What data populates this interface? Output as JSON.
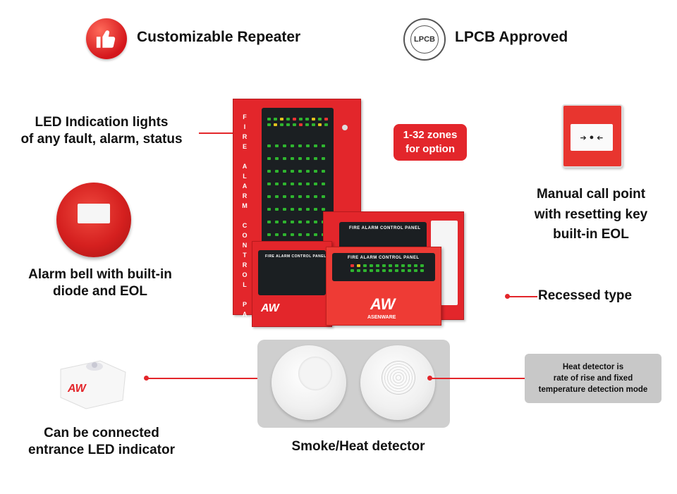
{
  "header": {
    "repeater_title": "Customizable Repeater",
    "lpcb_title": "LPCB Approved",
    "lpcb_badge_text": "LPCB"
  },
  "features": {
    "led_line1": "LED Indication lights",
    "led_line2": "of any fault, alarm, status",
    "bell_line1": "Alarm bell with built-in",
    "bell_line2": "diode and EOL",
    "entrance_line1": "Can be connected",
    "entrance_line2": "entrance LED indicator",
    "callpoint_line1": "Manual call point",
    "callpoint_line2": "with resetting key",
    "callpoint_line3": "built-in EOL",
    "recessed": "Recessed type",
    "detector_caption": "Smoke/Heat detector"
  },
  "zones_badge": {
    "line1": "1-32 zones",
    "line2": "for option"
  },
  "heat_note": {
    "line1": "Heat detector is",
    "line2": "rate of rise and fixed",
    "line3": "temperature detection mode"
  },
  "panels": {
    "vertical_text": "FIRE ALARM CONTROL PANEL",
    "front_title": "FIRE ALARM CONTROL PANEL",
    "mid_title": "FIRE ALARM CONTROL PANEL",
    "left_title": "FIRE ALARM CONTROL PANEL",
    "brand": "ASENWARE",
    "brand_mark": "AW"
  },
  "colors": {
    "accent_red": "#e3262b",
    "card_grey": "#cfcfcf"
  },
  "icons": {
    "repeater": "thumbs-up-icon",
    "lpcb": "certification-seal-icon"
  }
}
